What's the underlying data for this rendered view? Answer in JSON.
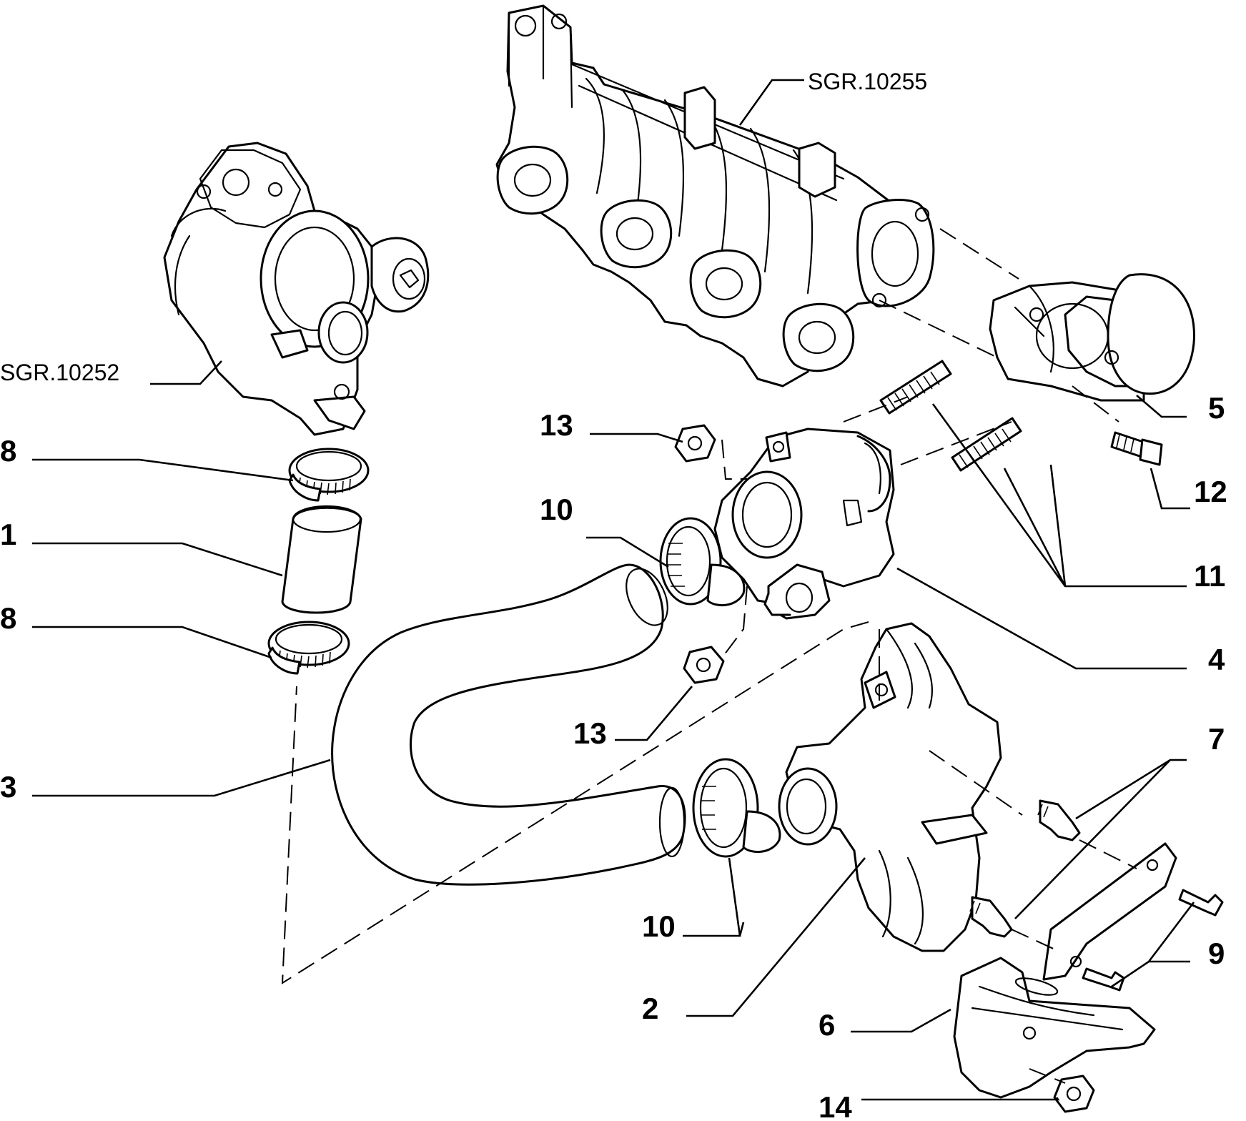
{
  "references": {
    "manifold": "SGR.10255",
    "turbocharger": "SGR.10252"
  },
  "callouts": {
    "c1": "1",
    "c2": "2",
    "c3": "3",
    "c4": "4",
    "c5": "5",
    "c6": "6",
    "c7": "7",
    "c8_top": "8",
    "c8_bottom": "8",
    "c9": "9",
    "c10_top": "10",
    "c10_bottom": "10",
    "c11": "11",
    "c12": "12",
    "c13_top": "13",
    "c13_bottom": "13",
    "c14": "14"
  }
}
